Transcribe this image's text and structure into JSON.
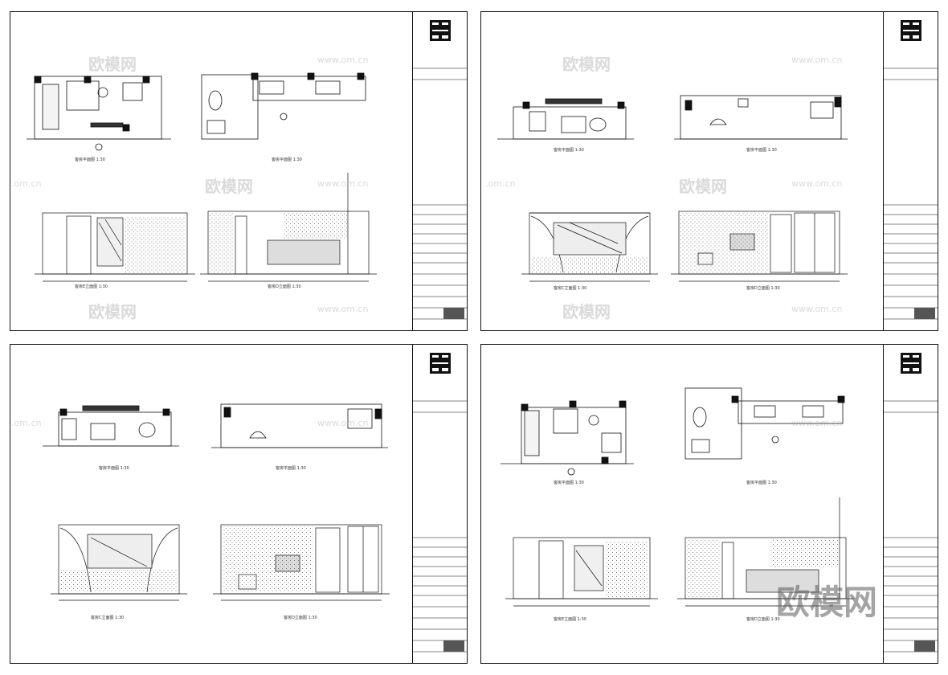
{
  "sheets": [
    {
      "id": "sheet-1",
      "views": [
        {
          "key": "plan-a",
          "title": "客房平面图  1:30"
        },
        {
          "key": "plan-b",
          "title": "客房平面图  1:30"
        },
        {
          "key": "elev-a",
          "title": "客房E立面图  1:30"
        },
        {
          "key": "elev-b",
          "title": "客房D立面图  1:30"
        }
      ]
    },
    {
      "id": "sheet-2",
      "views": [
        {
          "key": "plan-a",
          "title": "客房平面图  1:30"
        },
        {
          "key": "plan-b",
          "title": "客房平面图  1:30"
        },
        {
          "key": "elev-a",
          "title": "客房C立面图  1:30"
        },
        {
          "key": "elev-b",
          "title": "客房D立面图  1:30"
        }
      ]
    },
    {
      "id": "sheet-3",
      "views": [
        {
          "key": "plan-a",
          "title": "客房平面图  1:30"
        },
        {
          "key": "plan-b",
          "title": "客房平面图  1:30"
        },
        {
          "key": "elev-a",
          "title": "客房C立面图  1:30"
        },
        {
          "key": "elev-b",
          "title": "客房D立面图  1:30"
        }
      ]
    },
    {
      "id": "sheet-4",
      "views": [
        {
          "key": "plan-a",
          "title": "客房平面图  1:30"
        },
        {
          "key": "plan-b",
          "title": "客房平面图  1:30"
        },
        {
          "key": "elev-a",
          "title": "客房E立面图  1:30"
        },
        {
          "key": "elev-b",
          "title": "客房D立面图  1:30"
        }
      ]
    }
  ],
  "watermark": {
    "brand": "欧模网",
    "url": "www.om.cn",
    "url_short": ".om.cn"
  }
}
